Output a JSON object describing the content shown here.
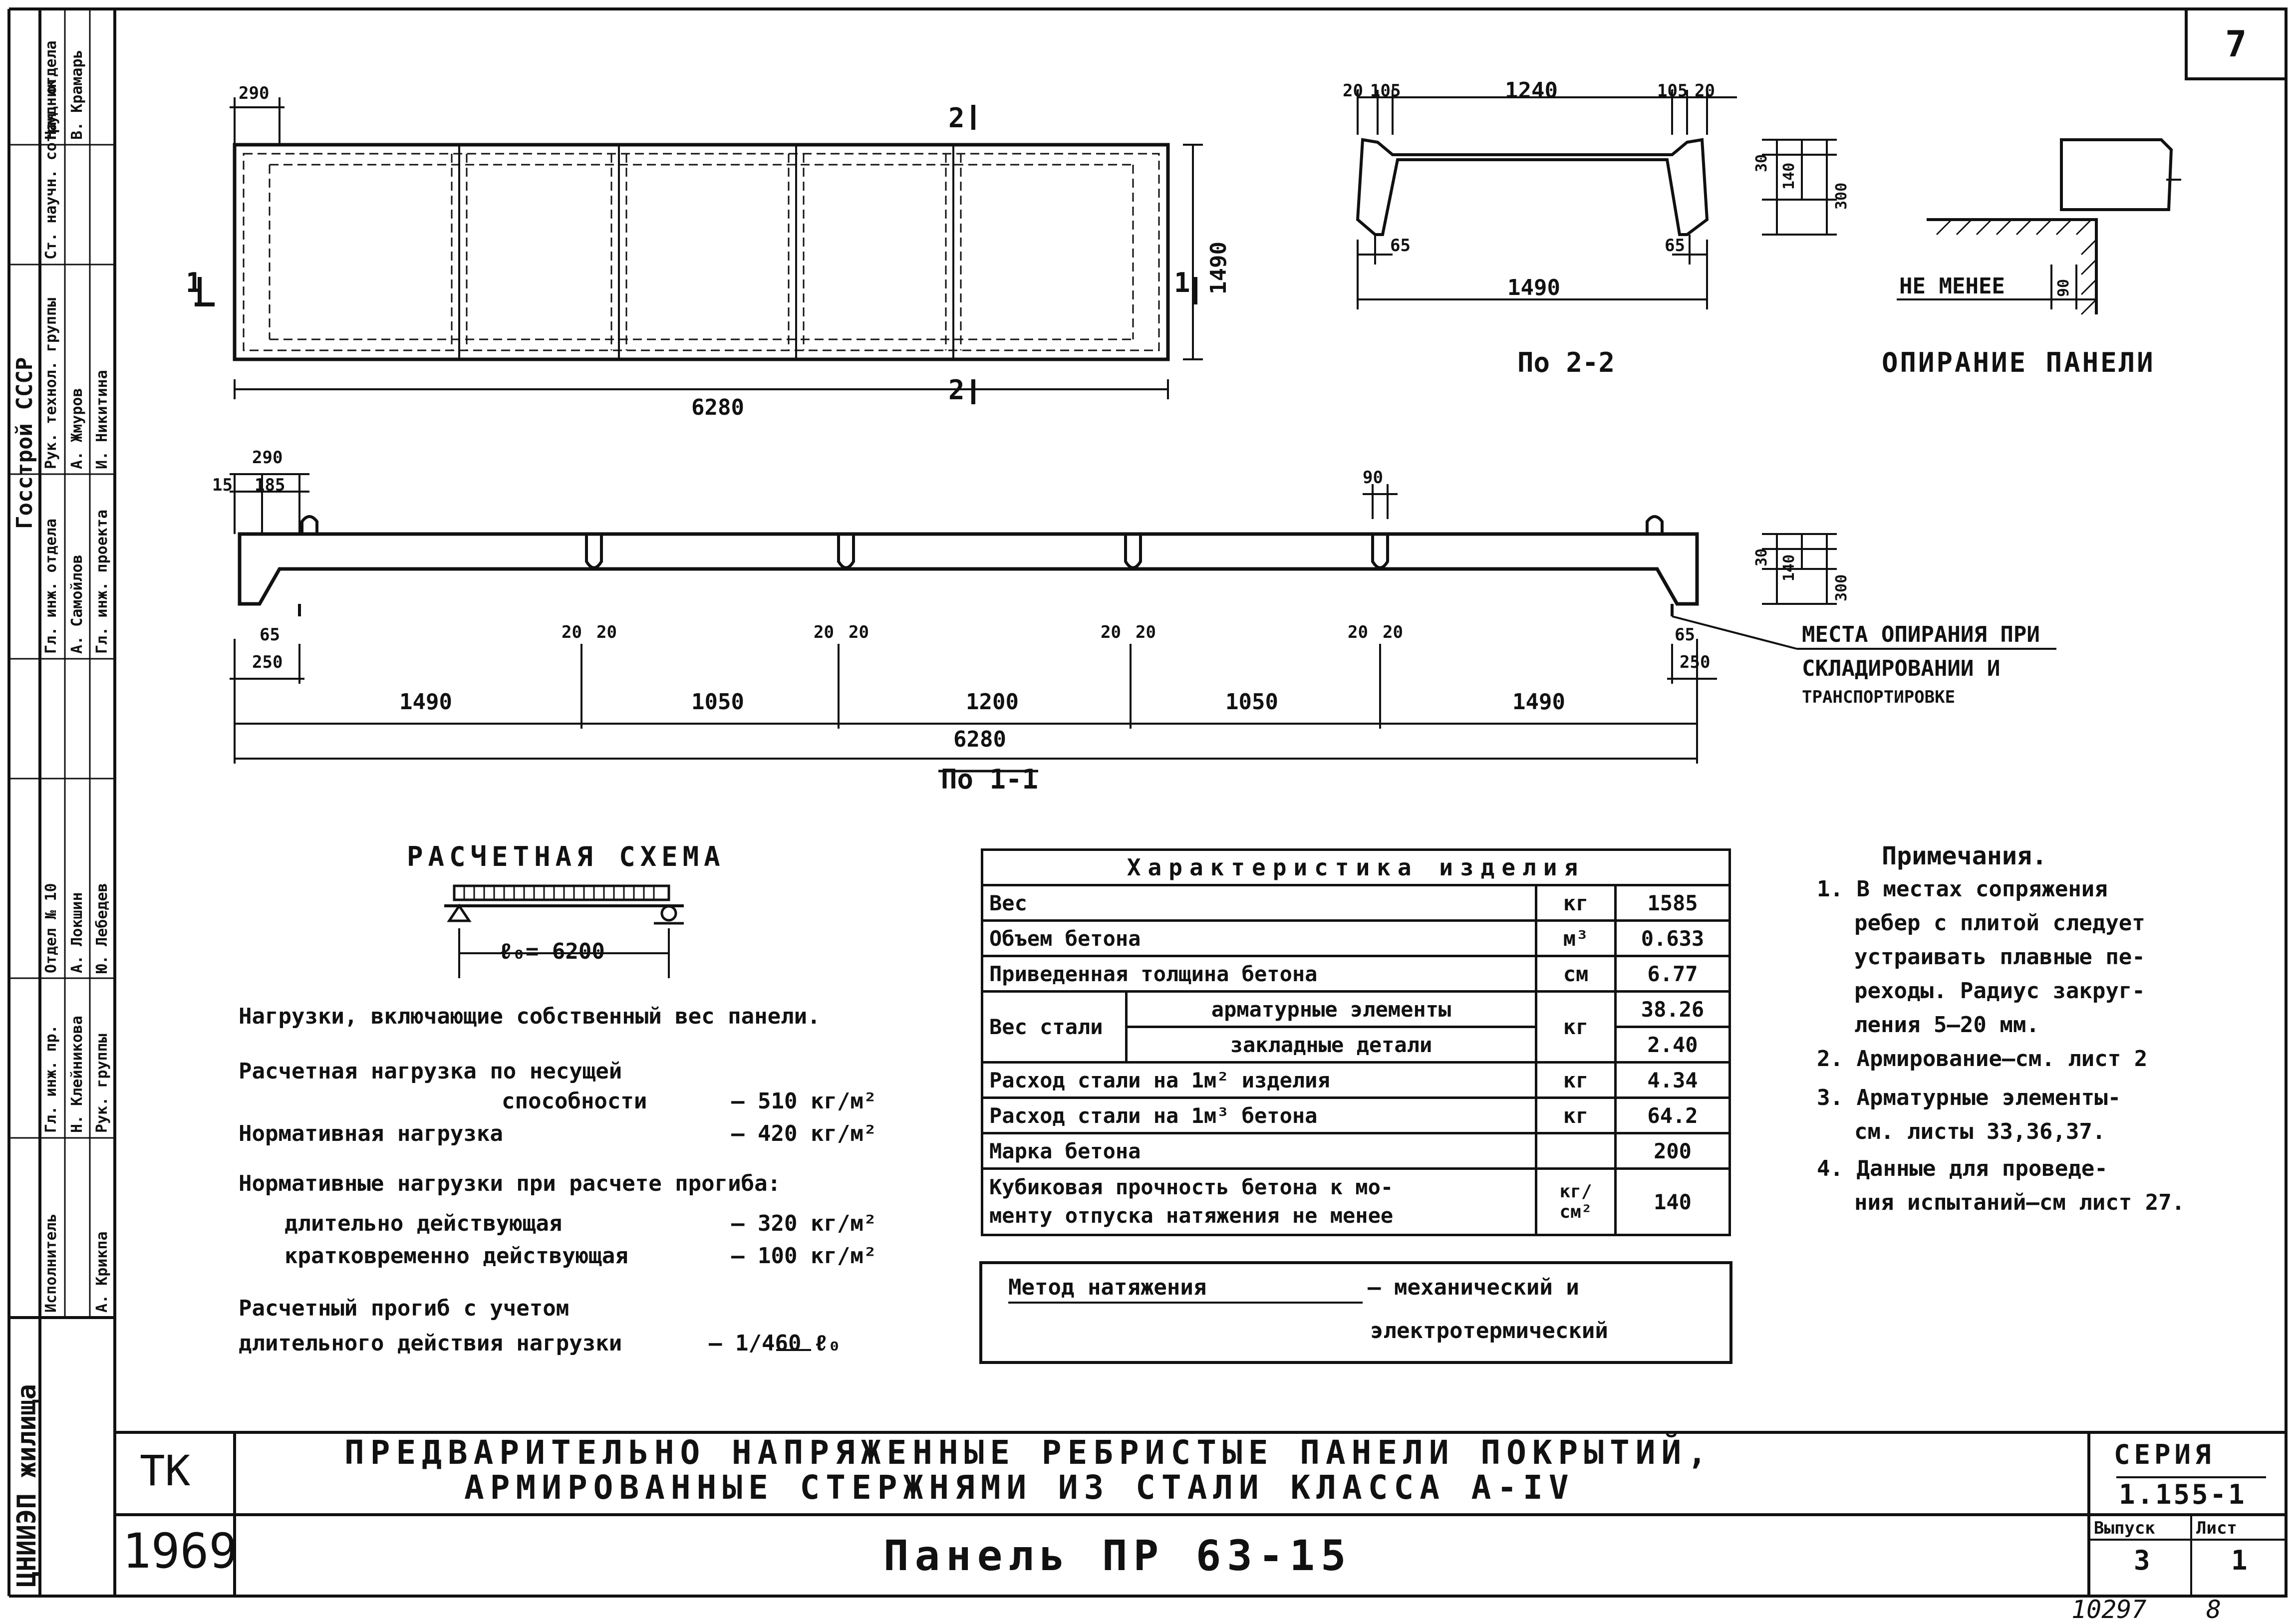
{
  "sheet_number": "7",
  "stamp_bottom_right": "10297",
  "stamp_bottom_right_2": "8",
  "plan": {
    "dim_top_left": "290",
    "dim_length": "6280",
    "dim_width": "1490",
    "section_mark_1": "1",
    "section_mark_2": "2"
  },
  "section_2_2": {
    "dims_top": [
      "20",
      "105",
      "1240",
      "105",
      "20"
    ],
    "dims_side": [
      "30",
      "140",
      "300"
    ],
    "dims_bottom": [
      "65",
      "65"
    ],
    "dim_base": "1490",
    "caption": "По 2-2"
  },
  "support": {
    "label": "Не менее",
    "dim": "90",
    "caption": "Опирание панели"
  },
  "elevation": {
    "dims_top_left": [
      "290",
      "15",
      "185"
    ],
    "dim_top_right": "90",
    "dims_side": [
      "30",
      "140",
      "300"
    ],
    "dims_ends": [
      "65",
      "250",
      "65",
      "250"
    ],
    "dims_ribs": [
      "20",
      "20",
      "20",
      "20",
      "20",
      "20",
      "20",
      "20"
    ],
    "spans": [
      "1490",
      "1050",
      "1200",
      "1050",
      "1490"
    ],
    "total": "6280",
    "caption": "По 1-1",
    "note_lines": [
      "Места опирания при",
      "складировании и",
      "транспортировке"
    ]
  },
  "scheme": {
    "title": "Расчетная схема",
    "span": "ℓ₀= 6200"
  },
  "loads": {
    "heading": "Нагрузки, включающие собственный вес панели.",
    "design_line1": "Расчетная нагрузка по несущей",
    "design_line2": "способности",
    "design_value": "– 510 кг/м²",
    "normative_label": "Нормативная нагрузка",
    "normative_value": "– 420 кг/м²",
    "deflection_heading": "Нормативные нагрузки при расчете прогиба:",
    "long_label": "длительно действующая",
    "long_value": "– 320 кг/м²",
    "short_label": "кратковременно действующая",
    "short_value": "– 100 кг/м²",
    "calc_deflection_line1": "Расчетный прогиб с учетом",
    "calc_deflection_line2": "длительного действия нагрузки",
    "calc_deflection_value": "– 1/460 ℓ₀"
  },
  "characteristics": {
    "title": "Характеристика изделия",
    "rows": [
      {
        "label": "Вес",
        "unit": "кг",
        "value": "1585"
      },
      {
        "label": "Объем бетона",
        "unit": "м³",
        "value": "0.633"
      },
      {
        "label": "Приведенная толщина бетона",
        "unit": "см",
        "value": "6.77"
      },
      {
        "label": "Вес стали",
        "sub1": "арматурные элементы",
        "sub2": "закладные детали",
        "unit": "кг",
        "value1": "38.26",
        "value2": "2.40"
      },
      {
        "label": "Расход стали на 1м² изделия",
        "unit": "кг",
        "value": "4.34"
      },
      {
        "label": "Расход стали на 1м³ бетона",
        "unit": "кг",
        "value": "64.2"
      },
      {
        "label": "Марка бетона",
        "unit": "",
        "value": "200"
      },
      {
        "label_line1": "Кубиковая прочность бетона к мо-",
        "label_line2": "менту отпуска натяжения не менее",
        "unit": "кг/см²",
        "value": "140"
      }
    ]
  },
  "tension_method": {
    "label": "Метод натяжения",
    "value_line1": "– механический и",
    "value_line2": "электротермический"
  },
  "notes": {
    "title": "Примечания.",
    "lines": [
      "1. В местах сопряжения",
      "ребер с плитой следует",
      "устраивать плавные пе-",
      "реходы. Радиус закруг-",
      "ления 5–20 мм.",
      "2. Армирование–см. лист 2",
      "3. Арматурные элементы-",
      "см. листы 33,36,37.",
      "4. Данные для проведе-",
      "ния испытаний–см лист 27."
    ]
  },
  "titleblock": {
    "org_code": "ТК",
    "year": "1969",
    "title_line1": "Предварительно напряженные ребристые панели покрытий,",
    "title_line2": "армированные стержнями из стали класса А-IV",
    "panel_name": "Панель ПР 63-15",
    "series_label": "Серия",
    "series_value": "1.155-1",
    "issue_label": "Выпуск",
    "issue_value": "3",
    "sheet_label": "Лист",
    "sheet_value": "1"
  },
  "side_stamp": {
    "org": "ЦНИИЭП жилища",
    "gosstroy": "Госстрой СССР",
    "rows": [
      {
        "role": "Нач. отдела",
        "name": "В. Крамарь"
      },
      {
        "role": "Ст. научн. сотрудник",
        "name": ""
      },
      {
        "role": "Рук. технол. группы",
        "name": "А. Жмуров"
      },
      {
        "role": "Гл. инж. отдела",
        "name": "А. Самойлов"
      },
      {
        "role": "Гл. инж. проекта",
        "name": "И. Никитина"
      },
      {
        "role": "Отдел № 10",
        "name": "А. Локшин"
      },
      {
        "role": "Гл. инж. пр.",
        "name": "Н. Клейникова"
      },
      {
        "role": "Рук. группы",
        "name": "Ю. Лебедев"
      },
      {
        "role": "Исполнитель",
        "name": "А. Крикпа"
      }
    ]
  }
}
